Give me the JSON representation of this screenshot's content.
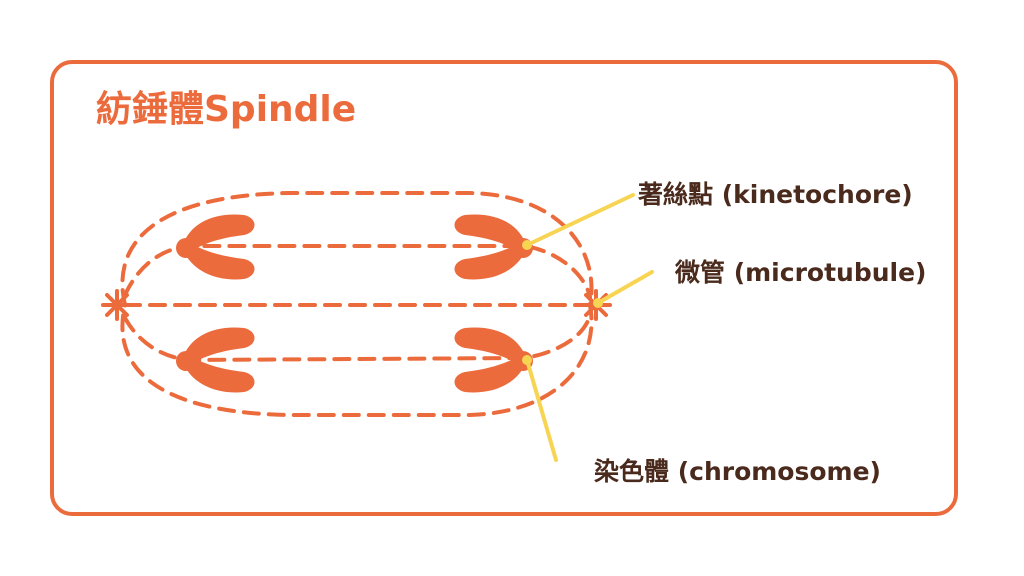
{
  "title": "紡錘體Spindle",
  "labels": {
    "kinetochore": "著絲點 (kinetochore)",
    "microtubule": "微管 (microtubule)",
    "chromosome": "染色體 (chromosome)"
  },
  "colors": {
    "spindle": "#ec6b3c",
    "leader": "#f7d553",
    "text": "#4a2a1c"
  }
}
